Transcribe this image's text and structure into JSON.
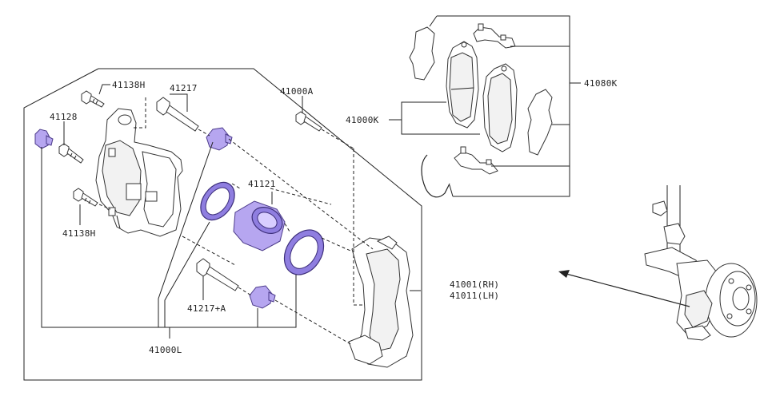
{
  "labels": {
    "41138H_top": "41138H",
    "41217": "41217",
    "41128": "41128",
    "41138H_bottom": "41138H",
    "41000A": "41000A",
    "41121": "41121",
    "41217A": "41217+A",
    "41000L": "41000L",
    "41001RH": "41001(RH)",
    "41011LH": "41011(LH)",
    "41000K": "41000K",
    "41080K": "41080K"
  },
  "colors": {
    "highlight_fill": "#b6a6f0",
    "highlight_stroke": "#4b3a8a",
    "line": "#222222"
  }
}
